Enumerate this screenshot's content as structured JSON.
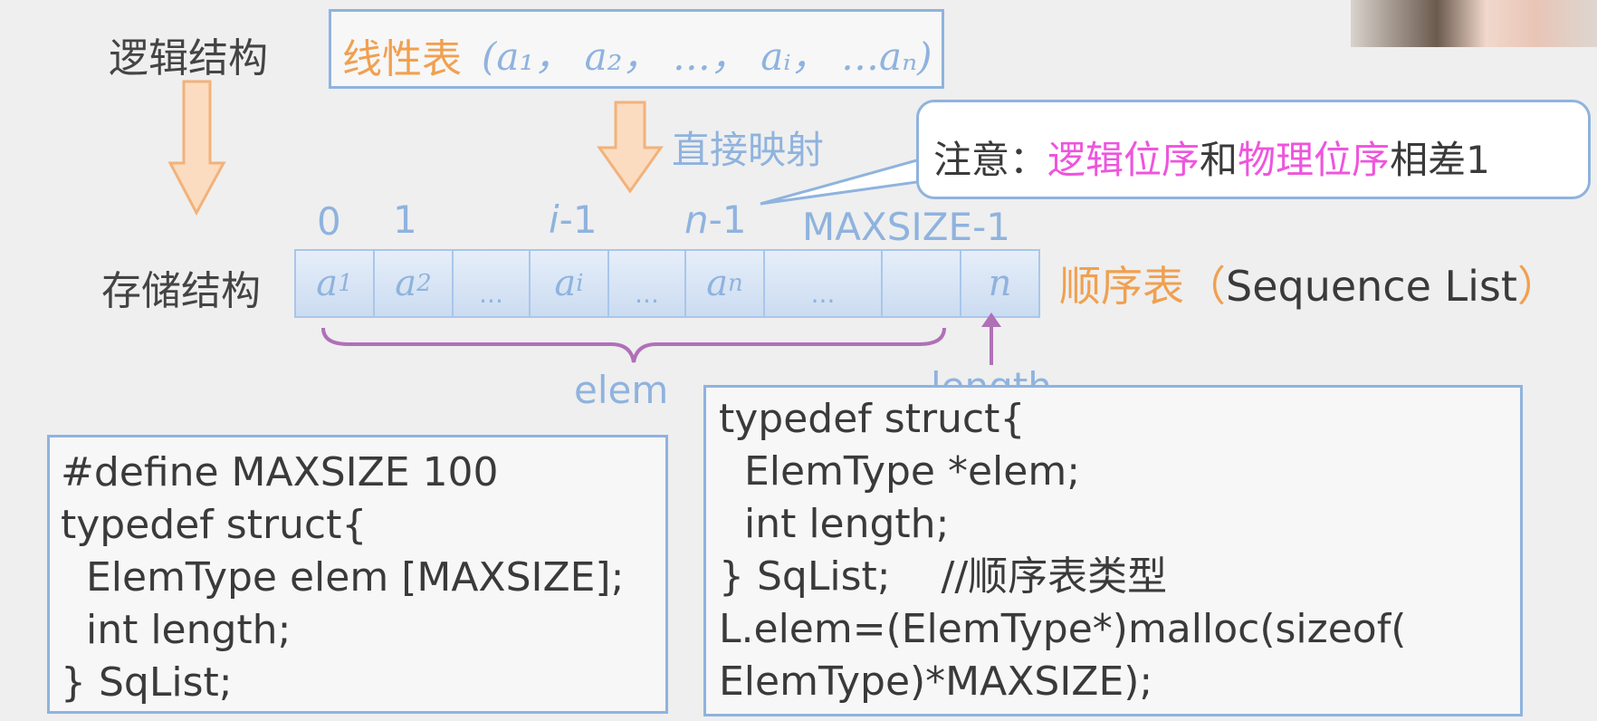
{
  "logical": {
    "label": "逻辑结构",
    "box_title": "线性表",
    "box_formula": "(a₁， a₂， …， aᵢ， …aₙ)"
  },
  "mapping_label": "直接映射",
  "note": {
    "prefix": "注意：",
    "term1": "逻辑位序",
    "middle": "和",
    "term2": "物理位序",
    "suffix": "相差1"
  },
  "indices": {
    "i0": "0",
    "i1": "1",
    "i_var": "i",
    "i_minus": "-1",
    "n_var": "n",
    "n_minus": "-1",
    "max": "MAXSIZE-1"
  },
  "storage": {
    "label": "存储结构",
    "cells": [
      {
        "base": "a",
        "sub": "1"
      },
      {
        "base": "a",
        "sub": "2"
      },
      {
        "base": "...",
        "sub": ""
      },
      {
        "base": "a",
        "sub": "i"
      },
      {
        "base": "...",
        "sub": ""
      },
      {
        "base": "a",
        "sub": "n"
      },
      {
        "base": "...",
        "sub": ""
      },
      {
        "base": "",
        "sub": ""
      },
      {
        "base": "n",
        "sub": ""
      }
    ],
    "seq_title": "顺序表",
    "seq_paren_open": "（",
    "seq_english": "Sequence List",
    "seq_paren_close": "）"
  },
  "elem_label": "elem",
  "length_label": "length",
  "code_static": [
    "#define MAXSIZE 100",
    "typedef struct{",
    "  ElemType elem [MAXSIZE];",
    "  int length;",
    "} SqList;"
  ],
  "code_dynamic": [
    "typedef struct{",
    "  ElemType *elem;",
    "  int length;",
    "} SqList;    //顺序表类型",
    "L.elem=(ElemType*)malloc(sizeof(",
    "ElemType)*MAXSIZE);"
  ],
  "colors": {
    "accent_blue": "#8fb3de",
    "orange": "#f0a050",
    "magenta": "#ee55dd",
    "brace_purple": "#b070b8"
  }
}
